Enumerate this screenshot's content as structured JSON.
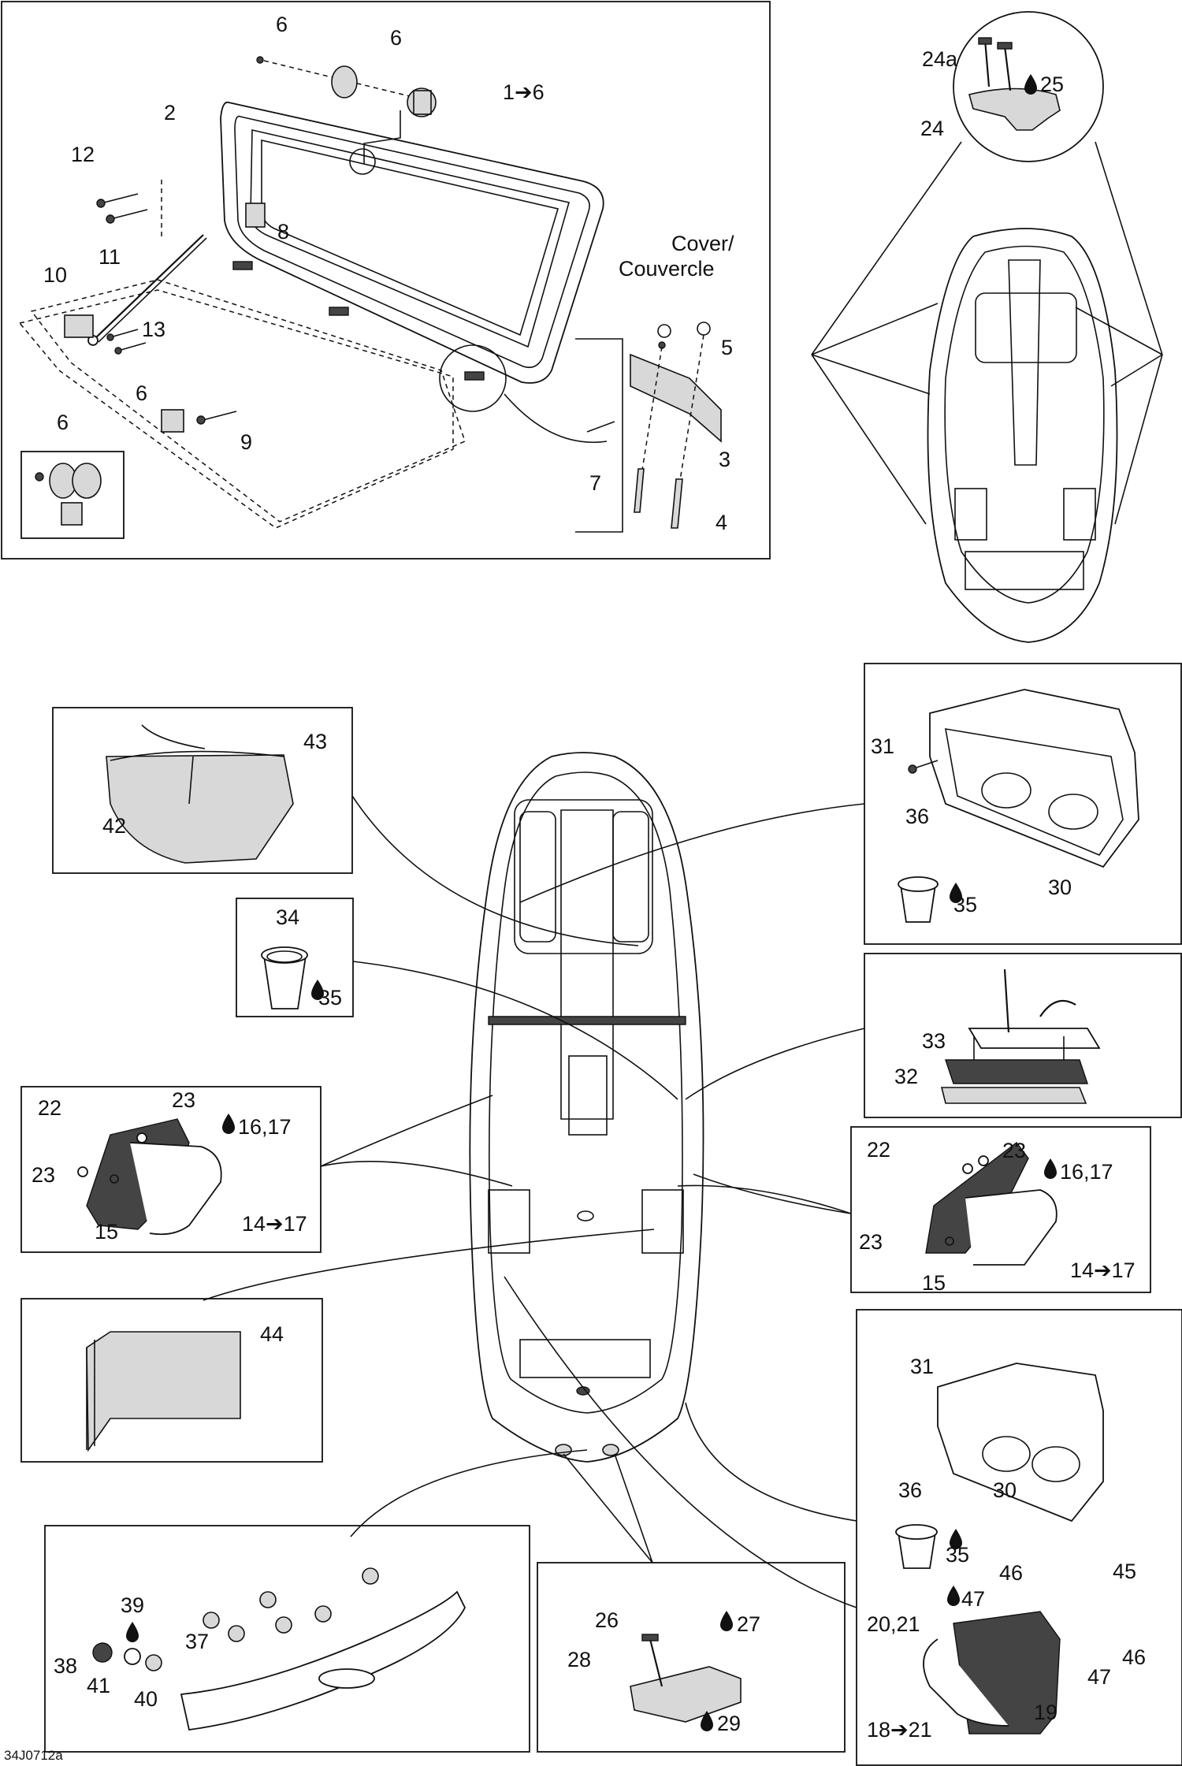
{
  "diagram_id": "34J0712a",
  "cover_label": "Cover/",
  "cover_label_2": "Couvercle",
  "callouts": [
    {
      "id": "c6a",
      "text": "6"
    },
    {
      "id": "c6b",
      "text": "6"
    },
    {
      "id": "c1to6",
      "text": "1➔6"
    },
    {
      "id": "c2",
      "text": "2"
    },
    {
      "id": "c12",
      "text": "12"
    },
    {
      "id": "c8",
      "text": "8"
    },
    {
      "id": "c11",
      "text": "11"
    },
    {
      "id": "c10",
      "text": "10"
    },
    {
      "id": "c13",
      "text": "13"
    },
    {
      "id": "c6c",
      "text": "6"
    },
    {
      "id": "c9",
      "text": "9"
    },
    {
      "id": "c6d",
      "text": "6"
    },
    {
      "id": "c5",
      "text": "5"
    },
    {
      "id": "c3",
      "text": "3"
    },
    {
      "id": "c7",
      "text": "7"
    },
    {
      "id": "c4",
      "text": "4"
    },
    {
      "id": "c24a",
      "text": "24a"
    },
    {
      "id": "c25",
      "text": "25"
    },
    {
      "id": "c24",
      "text": "24"
    },
    {
      "id": "c43",
      "text": "43"
    },
    {
      "id": "c42",
      "text": "42"
    },
    {
      "id": "c34",
      "text": "34"
    },
    {
      "id": "c35a",
      "text": "35"
    },
    {
      "id": "c31a",
      "text": "31"
    },
    {
      "id": "c36a",
      "text": "36"
    },
    {
      "id": "c35b",
      "text": "35"
    },
    {
      "id": "c30a",
      "text": "30"
    },
    {
      "id": "c33",
      "text": "33"
    },
    {
      "id": "c32",
      "text": "32"
    },
    {
      "id": "c22a",
      "text": "22"
    },
    {
      "id": "c23a",
      "text": "23"
    },
    {
      "id": "c1617a",
      "text": "16,17"
    },
    {
      "id": "c23b",
      "text": "23"
    },
    {
      "id": "c15a",
      "text": "15"
    },
    {
      "id": "c14a",
      "text": "14➔17"
    },
    {
      "id": "c22b",
      "text": "22"
    },
    {
      "id": "c23c",
      "text": "23"
    },
    {
      "id": "c1617b",
      "text": "16,17"
    },
    {
      "id": "c23d",
      "text": "23"
    },
    {
      "id": "c15b",
      "text": "15"
    },
    {
      "id": "c14b",
      "text": "14➔17"
    },
    {
      "id": "c44",
      "text": "44"
    },
    {
      "id": "c31b",
      "text": "31"
    },
    {
      "id": "c36b",
      "text": "36"
    },
    {
      "id": "c35c",
      "text": "35"
    },
    {
      "id": "c30b",
      "text": "30"
    },
    {
      "id": "c46a",
      "text": "46"
    },
    {
      "id": "c45",
      "text": "45"
    },
    {
      "id": "c47a",
      "text": "47"
    },
    {
      "id": "c2021",
      "text": "20,21"
    },
    {
      "id": "c46b",
      "text": "46"
    },
    {
      "id": "c47b",
      "text": "47"
    },
    {
      "id": "c18",
      "text": "18➔21"
    },
    {
      "id": "c19",
      "text": "19"
    },
    {
      "id": "c26",
      "text": "26"
    },
    {
      "id": "c27",
      "text": "27"
    },
    {
      "id": "c28",
      "text": "28"
    },
    {
      "id": "c29",
      "text": "29"
    },
    {
      "id": "c39",
      "text": "39"
    },
    {
      "id": "c37",
      "text": "37"
    },
    {
      "id": "c38",
      "text": "38"
    },
    {
      "id": "c41",
      "text": "41"
    },
    {
      "id": "c40",
      "text": "40"
    }
  ]
}
